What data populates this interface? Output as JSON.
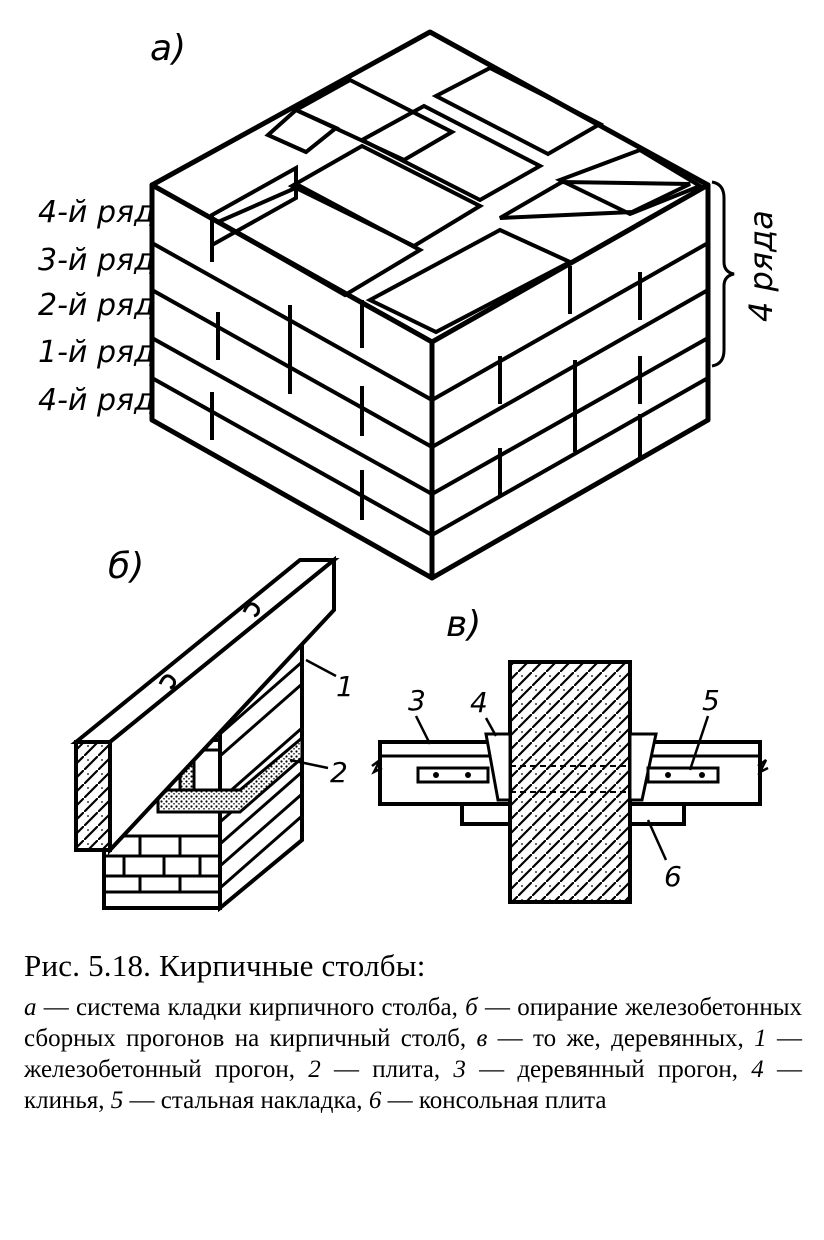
{
  "panels": {
    "a": {
      "label": "а)"
    },
    "b": {
      "label": "б)"
    },
    "v": {
      "label": "в)"
    }
  },
  "rows": {
    "labels": [
      "4-й ряд",
      "3-й ряд",
      "2-й ряд",
      "1-й ряд",
      "4-й ряд"
    ],
    "bracket_label": "4 ряда"
  },
  "callouts": {
    "b": [
      "1",
      "2"
    ],
    "v": [
      "3",
      "4",
      "5",
      "6"
    ]
  },
  "caption": {
    "title": "Рис. 5.18. Кирпичные столбы:",
    "legend": [
      {
        "key": "а",
        "text": "система кладки кирпичного столба"
      },
      {
        "key": "б",
        "text": "опирание железобетонных сборных прогонов на кирпичный столб"
      },
      {
        "key": "в",
        "text": "то же, деревянных"
      },
      {
        "key": "1",
        "text": "железобетонный прогон"
      },
      {
        "key": "2",
        "text": "плита"
      },
      {
        "key": "3",
        "text": "деревянный прогон"
      },
      {
        "key": "4",
        "text": "клинья"
      },
      {
        "key": "5",
        "text": "стальная накладка"
      },
      {
        "key": "6",
        "text": "консольная плита"
      }
    ]
  },
  "colors": {
    "ink": "#000000",
    "paper": "#ffffff"
  }
}
